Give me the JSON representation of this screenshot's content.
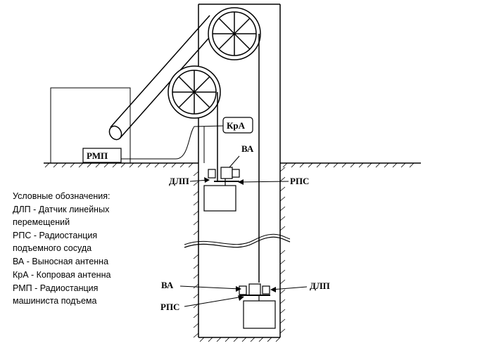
{
  "labels": {
    "rmp": "РМП",
    "kra": "КрА",
    "va_top": "ВА",
    "dlp_top": "ДЛП",
    "rps_top": "РПС",
    "va_bottom": "ВА",
    "rps_bottom": "РПС",
    "dlp_bottom": "ДЛП"
  },
  "legend": {
    "title": "Условные обозначения:",
    "lines": [
      "ДЛП - Датчик линейных",
      "перемещений",
      "РПС - Радиостанция",
      "подъемного сосуда",
      "ВА - Выносная антенна",
      "КрА - Копровая антенна",
      "РМП - Радиостанция",
      "машиниста подъема"
    ]
  }
}
